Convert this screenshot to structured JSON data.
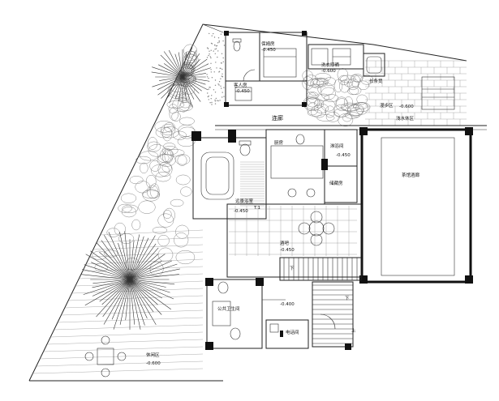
{
  "labels": {
    "nanny_room": "保姆房",
    "nanny_level": "-0.450",
    "guest_room": "客人房",
    "guest_level": "-0.450",
    "laundry": "洗衣晾晒",
    "laundry_level": "-0.600",
    "long_bench": "长条凳",
    "corridor": "连廊",
    "stroll_zone": "漫步区",
    "stroll_level": "-0.600",
    "leisure_zone": "浅水休区",
    "kitchen": "厨房",
    "shower": "淋浴间",
    "shower_level": "-0.450",
    "storage": "储藏房",
    "tea_room": "茶馆酒廊",
    "bath_room": "远景浴室",
    "bath_level": "-0.450",
    "bar": "酒吧",
    "bar_level": "-0.450",
    "down_1": "下",
    "down_2": "下",
    "up": "上",
    "public_wc": "公共卫生间",
    "wc_level": "-0.400",
    "phone_room": "电话间",
    "rest_zone": "休闲区",
    "rest_level": "-0.600",
    "misc_mark": "T.1"
  }
}
